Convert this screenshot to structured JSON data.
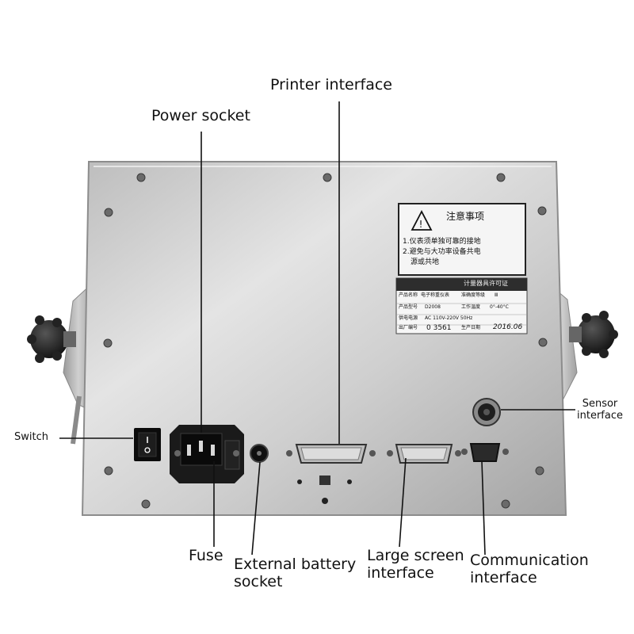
{
  "labels": {
    "printer_interface": "Printer interface",
    "power_socket": "Power socket",
    "switch": "Switch",
    "sensor_interface_line1": "Sensor",
    "sensor_interface_line2": "interface",
    "fuse": "Fuse",
    "external_battery_line1": "External battery",
    "external_battery_line2": "socket",
    "large_screen_line1": "Large screen",
    "large_screen_line2": "interface",
    "communication_line1": "Communication",
    "communication_line2": "interface"
  },
  "warning_panel": {
    "title": "注意事项",
    "line1": "1.仪表须单独可靠的接地",
    "line2": "2.避免与大功率设备共电",
    "line3": "源或共地"
  },
  "nameplate": {
    "header": "计量器具许可证",
    "row1_label": "产品名称",
    "row1_value": "电子称重仪表",
    "row1b_label": "准确度等级",
    "row1b_value": "Ⅲ",
    "row2_label": "产品型号",
    "row2_value": "D2008",
    "row2b_label": "工作温度",
    "row2b_value": "0°-40°C",
    "row3_label": "供电电源",
    "row3_value": "AC 110V-220V 50Hz",
    "row4_label": "出厂编号",
    "row4_value": "0 3561",
    "row4b_label": "生产日期",
    "row4b_value": "2016.06"
  },
  "colors": {
    "panel_light": "#dadada",
    "panel_dark": "#a9a9a9",
    "line": "#111111"
  }
}
